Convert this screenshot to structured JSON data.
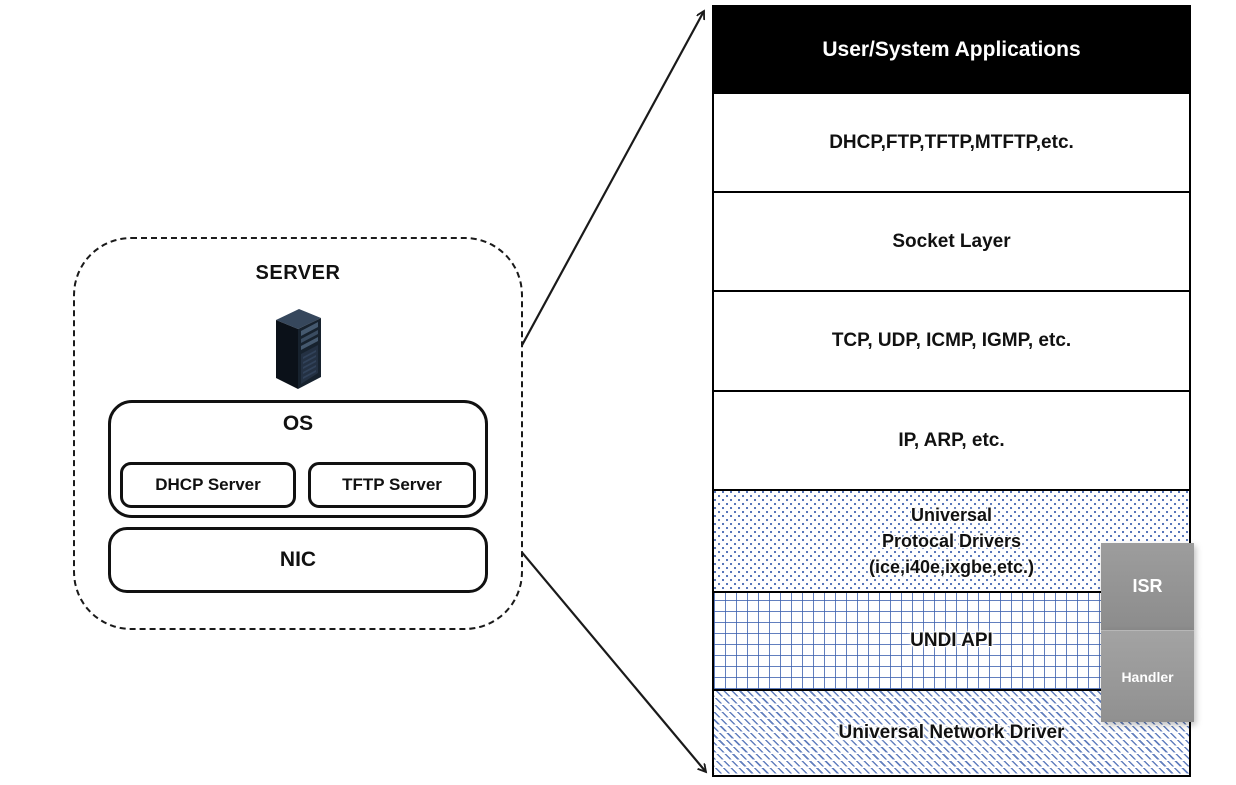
{
  "left_panel": {
    "server_label": "SERVER",
    "server_icon": "server-tower-icon",
    "os_label": "OS",
    "dhcp_server_label": "DHCP Server",
    "tftp_server_label": "TFTP Server",
    "nic_label": "NIC"
  },
  "stack": {
    "layers": [
      {
        "id": "user-system-applications",
        "label": "User/System Applications",
        "style": "black-header"
      },
      {
        "id": "app-protocols",
        "label": "DHCP,FTP,TFTP,MTFTP,etc.",
        "style": "plain"
      },
      {
        "id": "socket-layer",
        "label": "Socket Layer",
        "style": "plain"
      },
      {
        "id": "transport-protocols",
        "label": "TCP, UDP, ICMP, IGMP, etc.",
        "style": "plain"
      },
      {
        "id": "network-protocols",
        "label": "IP, ARP, etc.",
        "style": "plain"
      },
      {
        "id": "universal-protocol-drivers",
        "lines": [
          "Universal",
          "Protocal Drivers",
          "(ice,i40e,ixgbe,etc.)"
        ],
        "style": "dot-pattern"
      },
      {
        "id": "undi-api",
        "label": "UNDI API",
        "style": "grid-pattern"
      },
      {
        "id": "universal-network-driver",
        "label": "Universal Network Driver",
        "style": "diagonal-pattern"
      }
    ],
    "side_boxes": [
      {
        "id": "isr",
        "label": "ISR"
      },
      {
        "id": "handler",
        "label": "Handler"
      }
    ]
  },
  "colors": {
    "header_bg": "#000000",
    "header_text": "#ffffff",
    "pattern_blue": "#3b5fae",
    "side_box_gray": "#949494",
    "line_color": "#1a1a1a",
    "background": "#ffffff"
  }
}
